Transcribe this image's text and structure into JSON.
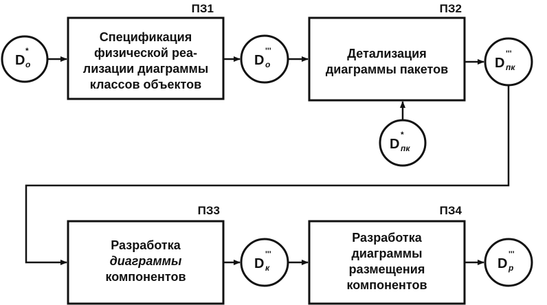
{
  "process_blocks": [
    {
      "id": "ПЗ1",
      "label": "ПЗ1",
      "lines": [
        "Спецификация",
        "физической реа-",
        "лизации диаграммы",
        "классов объектов"
      ]
    },
    {
      "id": "ПЗ2",
      "label": "ПЗ2",
      "lines": [
        "Детализация",
        "диаграммы пакетов"
      ]
    },
    {
      "id": "ПЗ3",
      "label": "ПЗ3",
      "lines": [
        "Разработка",
        "диаграммы",
        "компонентов"
      ]
    },
    {
      "id": "ПЗ4",
      "label": "ПЗ4",
      "lines": [
        "Разработка",
        "диаграммы",
        "размещения",
        "компонентов"
      ]
    }
  ],
  "data_nodes": [
    {
      "id": "Do*",
      "base": "D",
      "sub": "o",
      "sup": "*"
    },
    {
      "id": "Do'''",
      "base": "D",
      "sub": "o",
      "sup": "'''"
    },
    {
      "id": "Dпк'''",
      "base": "D",
      "sub": "пк",
      "sup": "'''"
    },
    {
      "id": "Dпк*",
      "base": "D",
      "sub": "пк",
      "sup": "*"
    },
    {
      "id": "Dк'''",
      "base": "D",
      "sub": "к",
      "sup": "'''"
    },
    {
      "id": "Dp'''",
      "base": "D",
      "sub": "p",
      "sup": "'''"
    }
  ],
  "colors": {
    "stroke": "#111111",
    "background": "#ffffff"
  }
}
